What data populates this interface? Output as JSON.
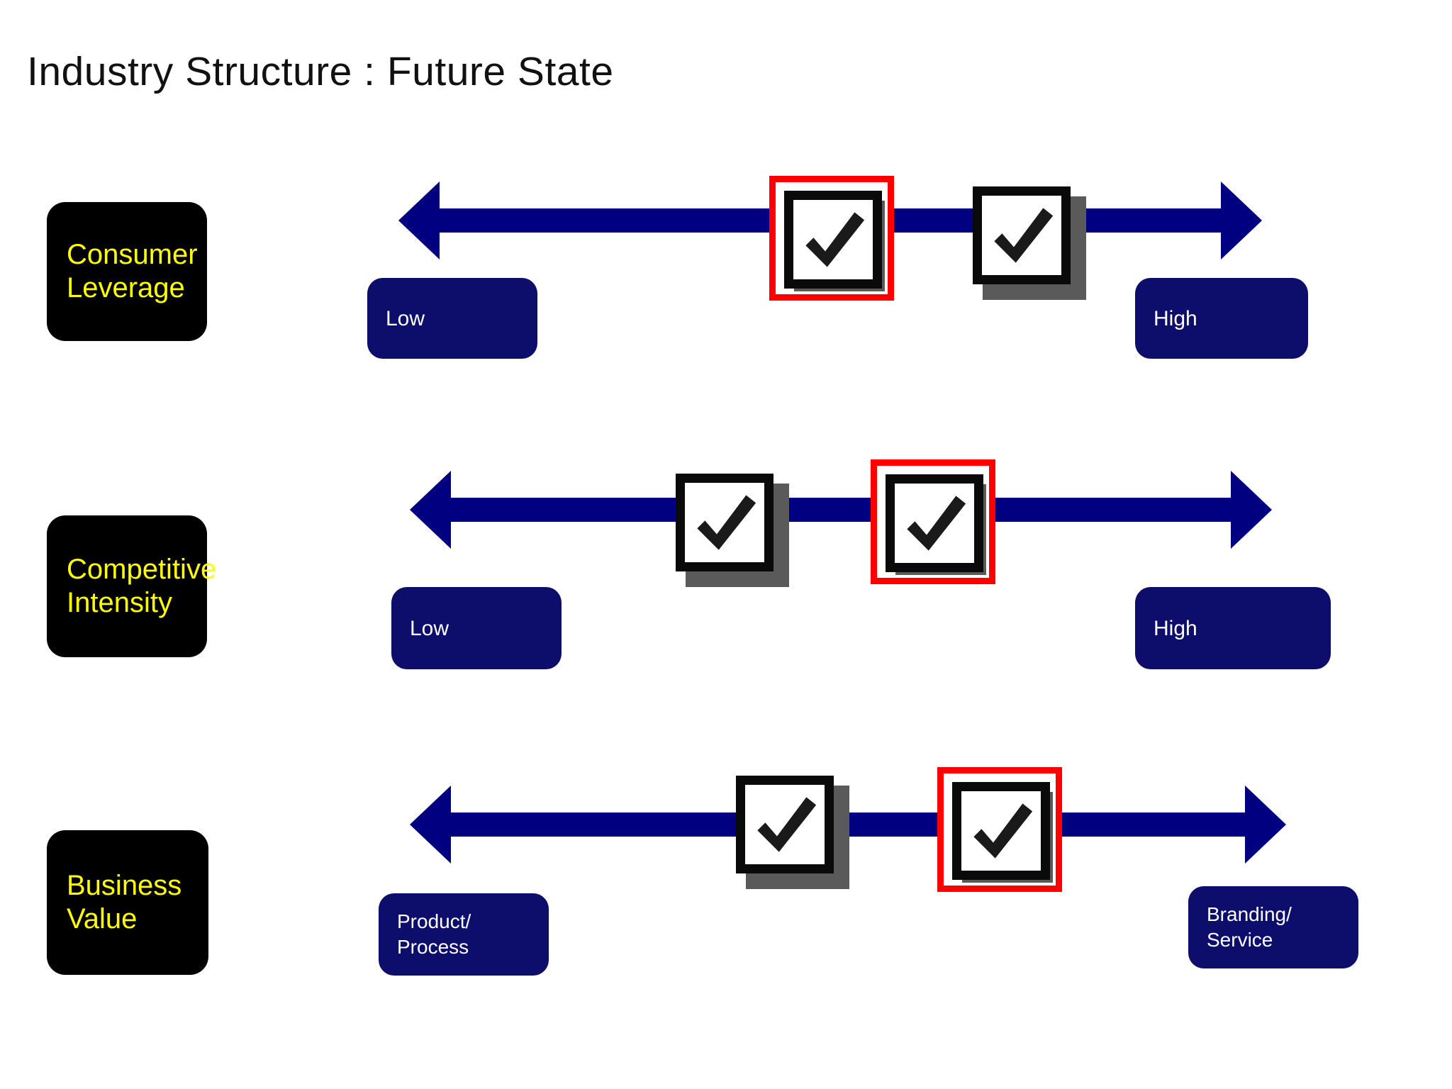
{
  "slide": {
    "title": "Industry Structure : Future State",
    "background_color": "#ffffff",
    "accent_navy": "#000080",
    "pill_navy": "#0d0d6b",
    "label_bg": "#000000",
    "label_text_color": "#ffff00",
    "selection_color": "#ff0000"
  },
  "rows": [
    {
      "category": "Consumer\nLeverage",
      "scale_low": "Low",
      "scale_high": "High",
      "markers": [
        {
          "label": "checkmark",
          "selected": true
        },
        {
          "label": "checkmark",
          "selected": false
        }
      ]
    },
    {
      "category": "Competitive\nIntensity",
      "scale_low": "Low",
      "scale_high": "High",
      "markers": [
        {
          "label": "checkmark",
          "selected": false
        },
        {
          "label": "checkmark",
          "selected": true
        }
      ]
    },
    {
      "category": "Business\nValue",
      "scale_low": "Product/\nProcess",
      "scale_high": "Branding/\nService",
      "markers": [
        {
          "label": "checkmark",
          "selected": false
        },
        {
          "label": "checkmark",
          "selected": true
        }
      ]
    }
  ]
}
